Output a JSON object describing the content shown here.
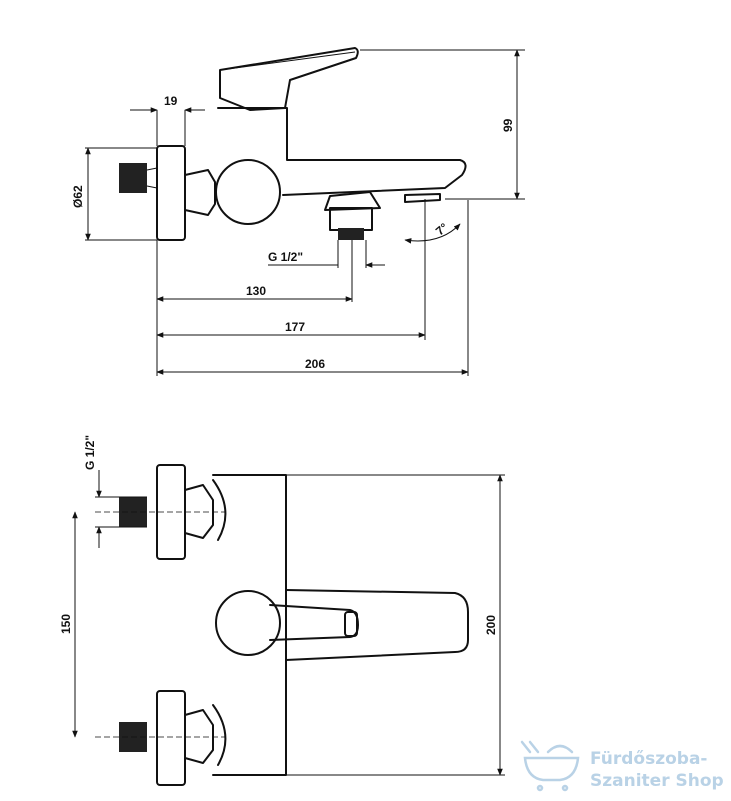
{
  "side_view": {
    "dims": {
      "wall_plate": "19",
      "height": "99",
      "diameter": "Ø62",
      "thread": "G 1/2\"",
      "angle": "7°",
      "d130": "130",
      "d177": "177",
      "d206": "206"
    }
  },
  "top_view": {
    "dims": {
      "thread": "G 1/2\"",
      "spacing": "150",
      "width": "200"
    }
  },
  "watermark": {
    "line1": "Fürdőszoba-",
    "line2": "Szaniter Shop",
    "icon": "bathtub-icon",
    "color": "#b9d2e6"
  }
}
